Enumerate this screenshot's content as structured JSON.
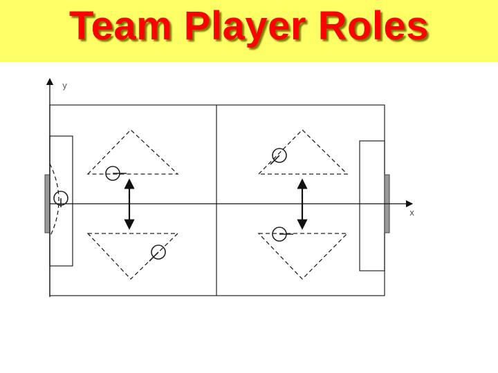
{
  "title": "Team Player Roles",
  "axes": {
    "x": "x",
    "y": "y"
  },
  "colors": {
    "title": "#ff0000",
    "title_bar": "#ffff66",
    "goal": "#999999"
  },
  "players": 5
}
